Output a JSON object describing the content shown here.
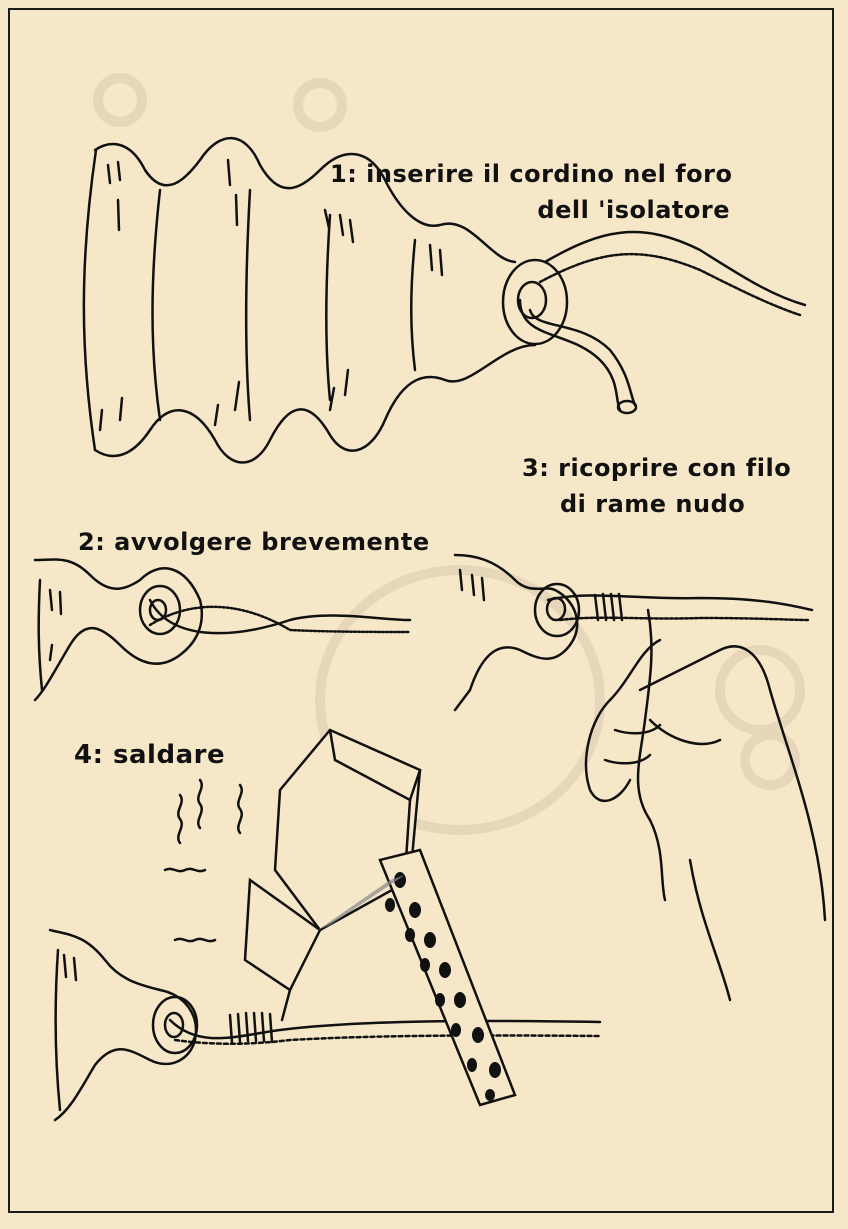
{
  "steps": [
    {
      "id": 1,
      "line1": "1: inserire il cordino  nel foro",
      "line2": "dell 'isolatore"
    },
    {
      "id": 2,
      "line1": "2: avvolgere brevemente"
    },
    {
      "id": 3,
      "line1": "3: ricoprire con filo",
      "line2": "di rame nudo"
    },
    {
      "id": 4,
      "line1": "4: saldare"
    }
  ],
  "colors": {
    "paper": "#f6e7c8",
    "ink": "#111111",
    "ghost": "#d9cab0"
  }
}
